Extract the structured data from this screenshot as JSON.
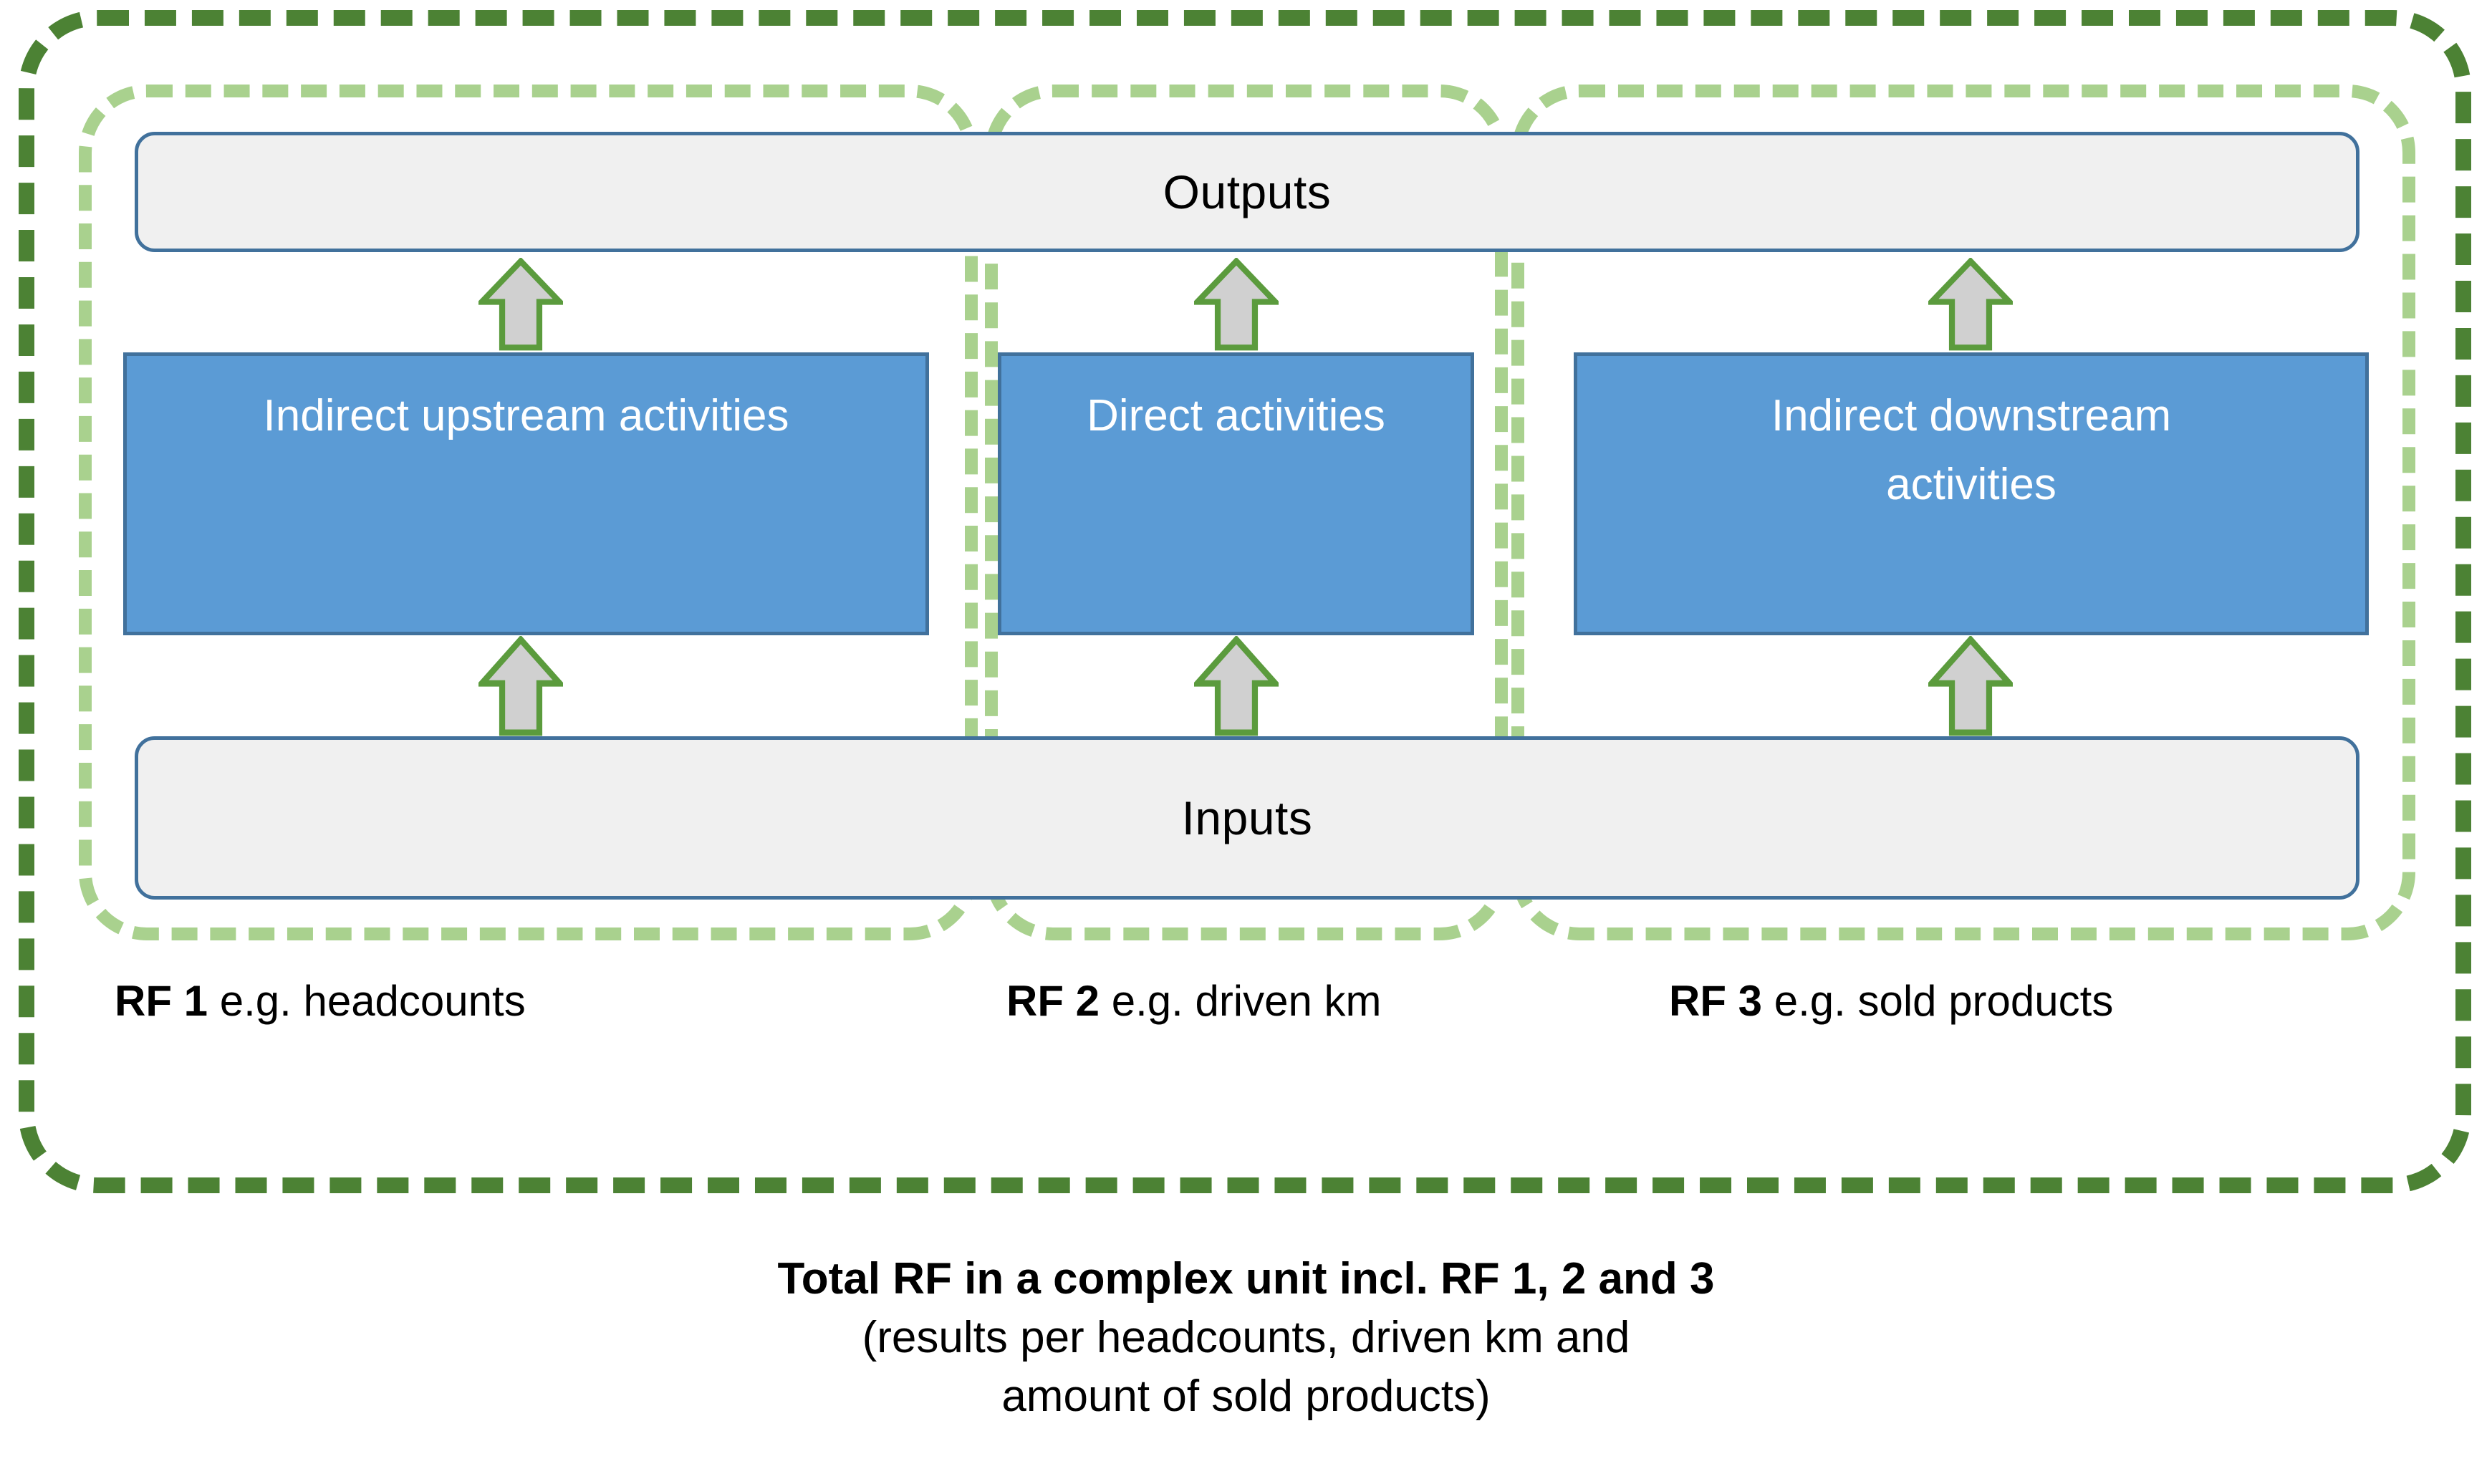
{
  "diagram": {
    "title": "Resource Footprint scopes diagram",
    "colors": {
      "outer_frame": "#4C8234",
      "scope_frame": "#A9D18E",
      "activity_fill": "#5B9BD5",
      "activity_border": "#41719C",
      "band_fill": "#F0F0F0",
      "band_border": "#41719C",
      "arrow_fill": "#D0D0D0",
      "arrow_border": "#5B9B3D",
      "text_dark": "#000000",
      "text_light": "#FFFFFF"
    },
    "bands": {
      "outputs_label": "Outputs",
      "inputs_label": "Inputs"
    },
    "activities": [
      {
        "label": "Indirect upstream activities"
      },
      {
        "label": "Direct activities"
      },
      {
        "label": "Indirect downstream\nactivities"
      }
    ],
    "rf_captions": [
      {
        "key": "RF 1",
        "value": " e.g. headcounts"
      },
      {
        "key": "RF 2",
        "value": " e.g. driven km"
      },
      {
        "key": "RF 3",
        "value": " e.g. sold products"
      }
    ],
    "total_caption": {
      "line1": "Total RF in a complex unit incl. RF 1, 2 and 3",
      "line2": "(results per headcounts, driven km and",
      "line3": "amount of sold products)"
    },
    "arrows": {
      "semantic": "up-arrow",
      "count": 6,
      "direction": "up"
    }
  }
}
